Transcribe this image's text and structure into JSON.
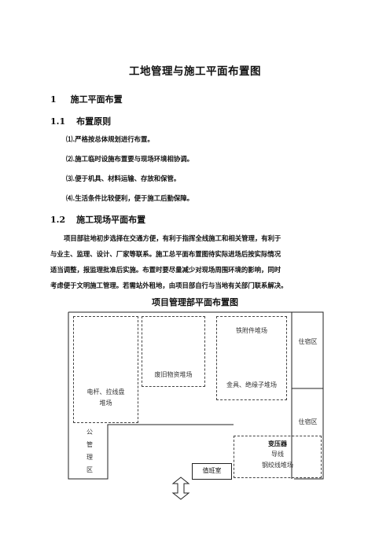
{
  "doc": {
    "title": "工地管理与施工平面布置图",
    "section1": {
      "number": "1",
      "title": "施工平面布置"
    },
    "section11": {
      "number": "1.1",
      "title": "布置原则",
      "items": [
        "⑴.严格按总体规划进行布置。",
        "⑵.施工临时设施布置要与现场环境相协调。",
        "⑶.便于机具、材料运输、存放和保管。",
        "⑷.生活条件比较便利，便于施工后勤保障。"
      ]
    },
    "section12": {
      "number": "1.2",
      "title": "施工现场平面布置",
      "paragraph_lines": [
        "项目部驻地初步选择在交通方便，有利于指挥全线施工和相关管理，有利于",
        "与业主、监理、设计、厂家等联系。施工总平面布置图待实际进场后按实际情况",
        "适当调整，报监理批准后实施。布置时要尽量减少对现场周围环境的影响，同时",
        "考虑便于文明施工管理。若需站外租地，由项目部自行与当地有关部门联系解决。"
      ]
    },
    "plan": {
      "title": "项目管理部平面布置图",
      "areas": {
        "pole_yard": "电杆、拉线盘\n堆场",
        "waste_yard": "废旧物资堆场",
        "iron_yard": "铁附件堆场",
        "fittings_yard": "金具、绝缘子堆场",
        "dorm_top": "住宿区",
        "dorm_bottom": "住宿区",
        "office": "公\n管\n理\n区",
        "transformer": "变压器",
        "wire": "导线",
        "steel_wire": "钢绞线堆场",
        "duty_room": "值班室"
      }
    }
  }
}
